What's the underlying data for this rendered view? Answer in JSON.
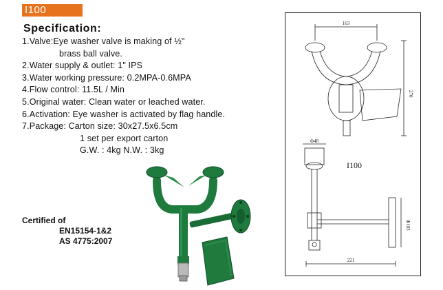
{
  "model": "I100",
  "spec_heading": "Specification:",
  "specs": [
    "1.Valve:Eye washer valve is making of ½\"",
    "brass ball valve.",
    "2.Water supply & outlet: 1\" IPS",
    "3.Water working pressure: 0.2MPA-0.6MPA",
    "4.Flow control: 11.5L / Min",
    "5.Original water: Clean water or leached water.",
    "6.Activation: Eye washer is activated by flag handle.",
    "7.Package:   Carton size: 30x27.5x6.5cm",
    "1 set per export carton",
    "G.W. : 4kg    N.W. : 3kg"
  ],
  "certified": {
    "label": "Certified of",
    "standards": [
      "EN15154-1&2",
      "AS 4775:2007"
    ]
  },
  "drawing": {
    "label": "I100",
    "dim_width_top": "163",
    "dim_height": "270",
    "dim_head_dia": "Φ48",
    "dim_flange_dia": "Φ103",
    "dim_depth": "221"
  },
  "colors": {
    "tag": "#e8731f",
    "product_green": "#1f7a3e"
  }
}
